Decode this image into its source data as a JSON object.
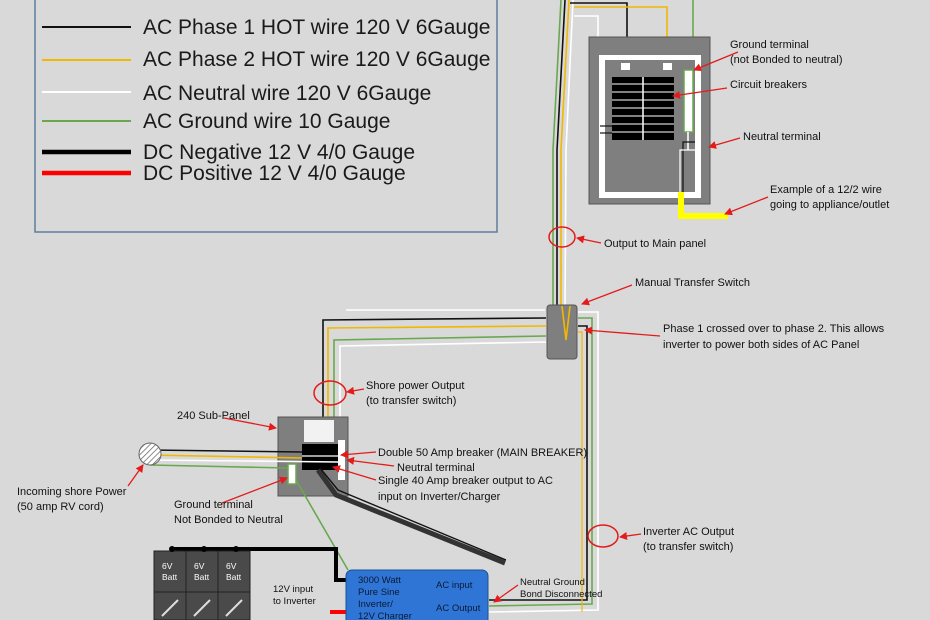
{
  "legend": {
    "items": [
      {
        "label": "AC Phase 1 HOT wire 120 V  6Gauge",
        "color": "#111111"
      },
      {
        "label": "AC Phase 2 HOT wire 120 V  6Gauge",
        "color": "#f2b800"
      },
      {
        "label": "AC Neutral wire 120 V  6Gauge",
        "color": "#ffffff"
      },
      {
        "label": "AC Ground wire   10 Gauge",
        "color": "#6aa84f"
      },
      {
        "label": "DC Negative 12 V  4/0 Gauge",
        "color": "#000000"
      },
      {
        "label": "DC Positive 12 V  4/0 Gauge",
        "color": "#ff0000"
      }
    ]
  },
  "labels": {
    "ground_terminal_main_1": "Ground terminal",
    "ground_terminal_main_2": "(not Bonded to neutral)",
    "circuit_breakers": "Circuit breakers",
    "neutral_terminal_main": "Neutral terminal",
    "example_wire_1": "Example of a 12/2 wire",
    "example_wire_2": "going to appliance/outlet",
    "output_main_panel": "Output to Main panel",
    "manual_transfer_switch": "Manual Transfer Switch",
    "phase_crossed_1": "Phase 1 crossed over to phase 2. This allows",
    "phase_crossed_2": "inverter to power both sides of AC Panel",
    "shore_output_1": "Shore power Output",
    "shore_output_2": "(to transfer switch)",
    "sub_panel": "240 Sub-Panel",
    "double_breaker": "Double 50 Amp breaker (MAIN BREAKER)",
    "neutral_terminal_sub": "Neutral terminal",
    "single_breaker_1": "Single 40 Amp breaker output to AC",
    "single_breaker_2": "input on Inverter/Charger",
    "incoming_shore_1": "Incoming shore Power",
    "incoming_shore_2": "(50 amp RV cord)",
    "ground_terminal_sub_1": "Ground terminal",
    "ground_terminal_sub_2": "Not Bonded to Neutral",
    "inverter_output_1": "Inverter AC Output",
    "inverter_output_2": "(to transfer switch)",
    "neutral_ground_1": "Neutral Ground",
    "neutral_ground_2": "Bond Disconnected",
    "twelve_v_1": "12V input",
    "twelve_v_2": "to Inverter",
    "inverter_1": "3000 Watt",
    "inverter_2": "Pure Sine",
    "inverter_3": "Inverter/",
    "inverter_4": "12V Charger",
    "ac_input": "AC input",
    "ac_output": "AC Output",
    "batt_6v": "6V",
    "batt_word": "Batt"
  },
  "colors": {
    "background": "#d9d9d9",
    "hot1": "#111111",
    "hot2": "#f2b800",
    "neutral": "#ffffff",
    "ground": "#6aa84f",
    "dc_neg": "#000000",
    "dc_pos": "#ff0000",
    "arrow": "#e31b1b",
    "panel": "#7f7f7f",
    "inverter": "#2e75d6",
    "accent_yellow": "#ffff00"
  }
}
